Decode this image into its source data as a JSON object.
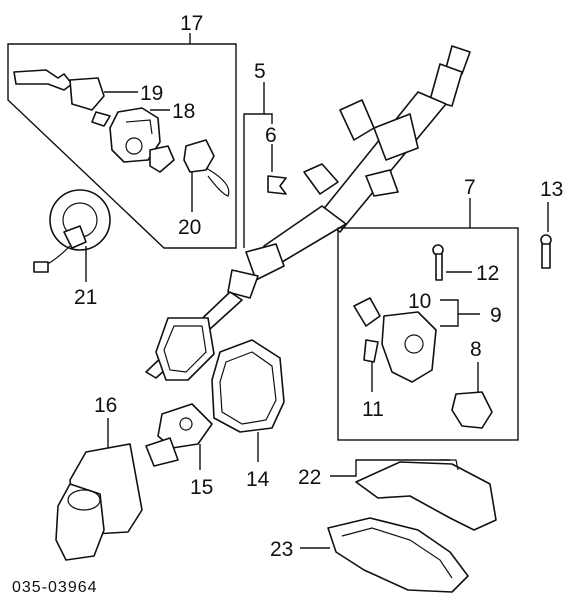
{
  "diagram": {
    "callouts": {
      "c5": "5",
      "c6": "6",
      "c7": "7",
      "c8": "8",
      "c9": "9",
      "c10": "10",
      "c11": "11",
      "c12": "12",
      "c13": "13",
      "c14": "14",
      "c15": "15",
      "c16": "16",
      "c17": "17",
      "c18": "18",
      "c19": "19",
      "c20": "20",
      "c21": "21",
      "c22": "22",
      "c23": "23"
    },
    "diagram_code": "035-03964"
  }
}
